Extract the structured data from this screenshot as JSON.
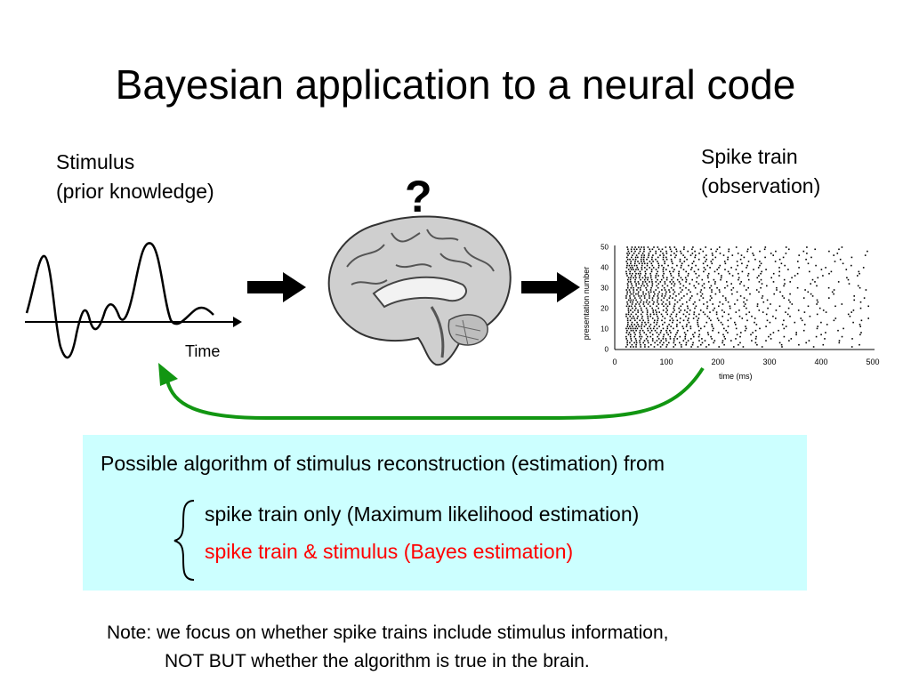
{
  "title": "Bayesian application to a neural code",
  "stimulus": {
    "line1": "Stimulus",
    "line2": "(prior knowledge)",
    "axis_label": "Time"
  },
  "brain": {
    "question_mark": "?",
    "icon": "brain-icon"
  },
  "spike_train": {
    "line1": "Spike train",
    "line2": "(observation)"
  },
  "raster": {
    "ylabel": "presentation number",
    "xlabel": "time (ms)",
    "xticks": [
      "0",
      "100",
      "200",
      "300",
      "400",
      "500"
    ],
    "yticks": [
      "0",
      "10",
      "20",
      "30",
      "40",
      "50"
    ]
  },
  "algorithm_box": {
    "heading": "Possible algorithm of stimulus reconstruction (estimation) from",
    "option_ml": "spike train only (Maximum likelihood estimation)",
    "option_bayes": "spike train & stimulus (Bayes estimation)",
    "bg_color": "#ccffff",
    "bayes_color": "#ff0000"
  },
  "note": {
    "line1": "Note: we focus on whether spike trains include stimulus information,",
    "line2": "NOT BUT whether the algorithm is true in the brain."
  },
  "colors": {
    "feedback_arrow": "#129612"
  }
}
